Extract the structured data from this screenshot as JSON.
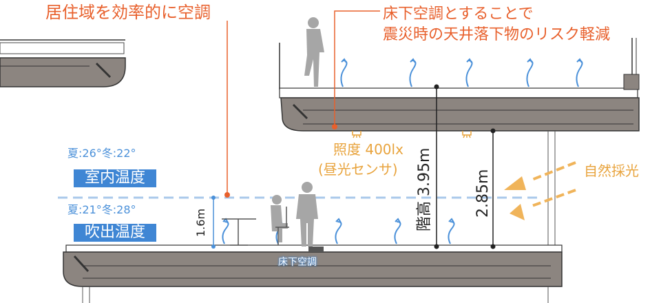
{
  "annotations": {
    "living_zone": "居住域を効率的に空調",
    "underfloor_line1": "床下空調とすることで",
    "underfloor_line2": "震災時の天井落下物のリスク軽減",
    "lux_value": "照度 400lx",
    "lux_sensor": "(昼光センサ)",
    "natural_light": "自然採光",
    "floor_ac": "床下空調",
    "height_1_6": "1.6m"
  },
  "indoor_temp": {
    "season": "夏:26°冬:22°",
    "label": "室内温度"
  },
  "outlet_temp": {
    "season": "夏:21°冬:28°",
    "label": "吹出温度"
  },
  "dimensions": {
    "floor_height": "階高 3.95m",
    "ceiling_height": "2.85m"
  },
  "colors": {
    "orange": "#e8602c",
    "blue": "#4a90d9",
    "amber": "#e8a33c",
    "slab": "#8c8580",
    "person": "#a6a6a6"
  }
}
